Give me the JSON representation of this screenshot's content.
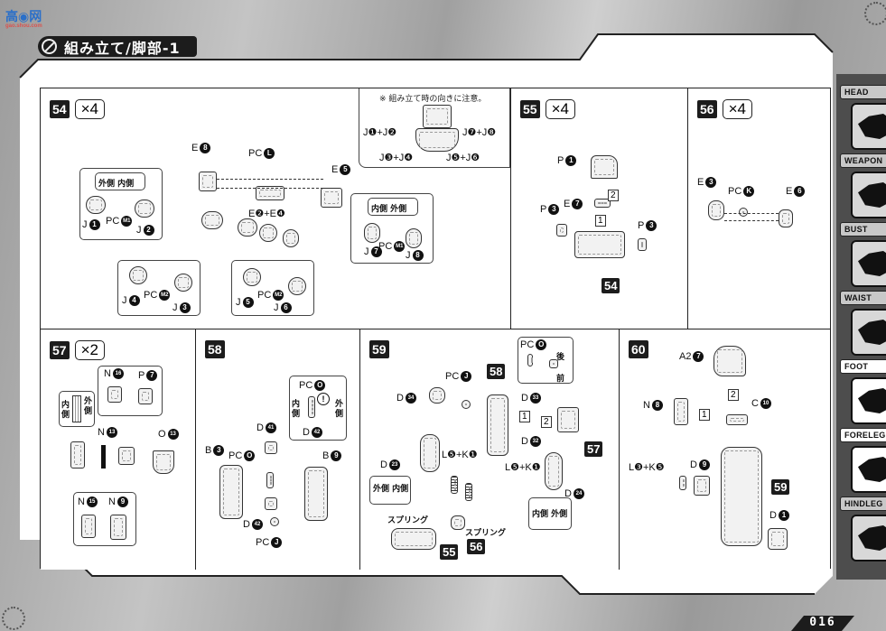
{
  "header": {
    "logo_text": "高◉网",
    "logo_subtext": "gao.shou.com",
    "section_title": "組み立て/脚部-1"
  },
  "sidebar": {
    "tabs": [
      {
        "label": "HEAD",
        "active": false
      },
      {
        "label": "WEAPON",
        "active": false
      },
      {
        "label": "BUST",
        "active": false
      },
      {
        "label": "WAIST",
        "active": false
      },
      {
        "label": "FOOT",
        "active": true
      },
      {
        "label": "FORELEG",
        "active": true
      },
      {
        "label": "HINDLEG",
        "active": false
      }
    ]
  },
  "page_number": "016",
  "steps": {
    "s54": {
      "number": "54",
      "multiplier": "×4",
      "note": "※ 組み立て時の向きに注意。",
      "orientation_labels": [
        "J❶+J❷",
        "J❸+J❹",
        "J❺+J❻",
        "J❼+J❽"
      ],
      "labels": {
        "e8": "E",
        "e8n": "8",
        "pcl": "PC",
        "pcln": "L",
        "e5": "E",
        "e5n": "5",
        "e24": "E❷+E❹",
        "j1": "J",
        "j1n": "1",
        "j2": "J",
        "j2n": "2",
        "pcm1": "PC",
        "pcm1n": "M1",
        "j3": "J",
        "j3n": "3",
        "j4": "J",
        "j4n": "4",
        "pcm2a": "PC",
        "pcm2an": "M2",
        "j5": "J",
        "j5n": "5",
        "j6": "J",
        "j6n": "6",
        "pcm2b": "PC",
        "pcm2bn": "M2",
        "j7": "J",
        "j7n": "7",
        "j8": "J",
        "j8n": "8",
        "pcm1b": "PC",
        "pcm1bn": "M1",
        "outer_inner": "外側  内側",
        "inner_outer": "内側  外側"
      }
    },
    "s55": {
      "number": "55",
      "multiplier": "×4",
      "labels": {
        "p1": "P",
        "p1n": "1",
        "e7": "E",
        "e7n": "7",
        "p3a": "P",
        "p3an": "3",
        "p3b": "P",
        "p3bn": "3",
        "seq1": "1",
        "seq2": "2",
        "ref": "54"
      }
    },
    "s56": {
      "number": "56",
      "multiplier": "×4",
      "labels": {
        "e3": "E",
        "e3n": "3",
        "pck": "PC",
        "pckn": "K",
        "e6": "E",
        "e6n": "6"
      }
    },
    "s57": {
      "number": "57",
      "multiplier": "×2",
      "labels": {
        "n16": "N",
        "n16n": "16",
        "p7": "P",
        "p7n": "7",
        "n13": "N",
        "n13n": "13",
        "o13": "O",
        "o13n": "13",
        "n15": "N",
        "n15n": "15",
        "n9": "N",
        "n9n": "9",
        "inner": "内側",
        "outer": "外側"
      }
    },
    "s58": {
      "number": "58",
      "labels": {
        "pco_box": "PC",
        "pco_boxn": "O",
        "d42_box": "D",
        "d42_boxn": "42",
        "inner": "内側",
        "outer": "外側",
        "d41": "D",
        "d41n": "41",
        "b3": "B",
        "b3n": "3",
        "pco": "PC",
        "pcon": "O",
        "b9": "B",
        "b9n": "9",
        "d42": "D",
        "d42n": "42",
        "pcj": "PC",
        "pcjn": "J"
      }
    },
    "s59": {
      "number": "59",
      "labels": {
        "pco": "PC",
        "pcon": "O",
        "rear": "後",
        "front": "前",
        "pcj": "PC",
        "pcjn": "J",
        "d34": "D",
        "d34n": "34",
        "d33": "D",
        "d33n": "33",
        "d32": "D",
        "d32n": "32",
        "seq1": "1",
        "seq2": "2",
        "lk_a": "L❺+K❶",
        "lk_b": "L❺+K❶",
        "d23": "D",
        "d23n": "23",
        "d24": "D",
        "d24n": "24",
        "spring_a": "スプリング",
        "spring_b": "スプリング",
        "outer_inner": "外側 内側",
        "inner_outer": "内側 外側",
        "ref58": "58",
        "ref57": "57",
        "ref55": "55",
        "ref56": "56"
      }
    },
    "s60": {
      "number": "60",
      "labels": {
        "a27": "A2",
        "a27n": "7",
        "n8": "N",
        "n8n": "8",
        "c10": "C",
        "c10n": "10",
        "seq1": "1",
        "seq2": "2",
        "lk": "L❸+K❺",
        "d9": "D",
        "d9n": "9",
        "d1": "D",
        "d1n": "1",
        "ref59": "59"
      }
    }
  }
}
